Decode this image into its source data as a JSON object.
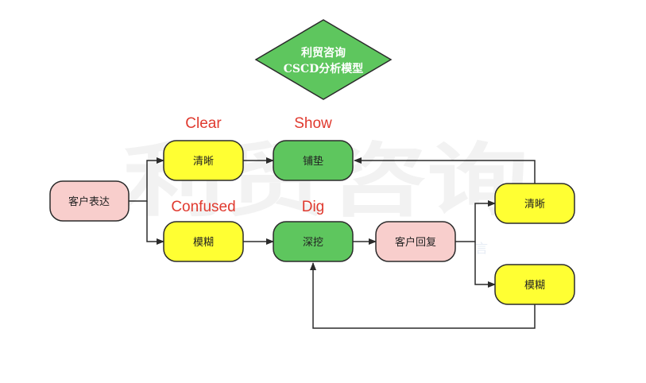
{
  "title": {
    "line1": "利贸咨询",
    "line2": "CSCD分析模型"
  },
  "watermark": {
    "text": "利贸咨询",
    "small": "言"
  },
  "labels": {
    "clear": "Clear",
    "show": "Show",
    "confused": "Confused",
    "dig": "Dig"
  },
  "nodes": {
    "customer_expression": "客户表达",
    "clear_left": "清晰",
    "confused_left": "模糊",
    "pave": "铺垫",
    "dig_deep": "深挖",
    "customer_reply": "客户回复",
    "clear_right": "清晰",
    "confused_right": "模糊"
  },
  "colors": {
    "title_fill": "#5ec65e",
    "yellow_fill": "#ffff33",
    "green_fill": "#5ec65e",
    "pink_fill": "#f8cecc",
    "label_red": "#e03a2f",
    "line": "#2b2b2b"
  }
}
